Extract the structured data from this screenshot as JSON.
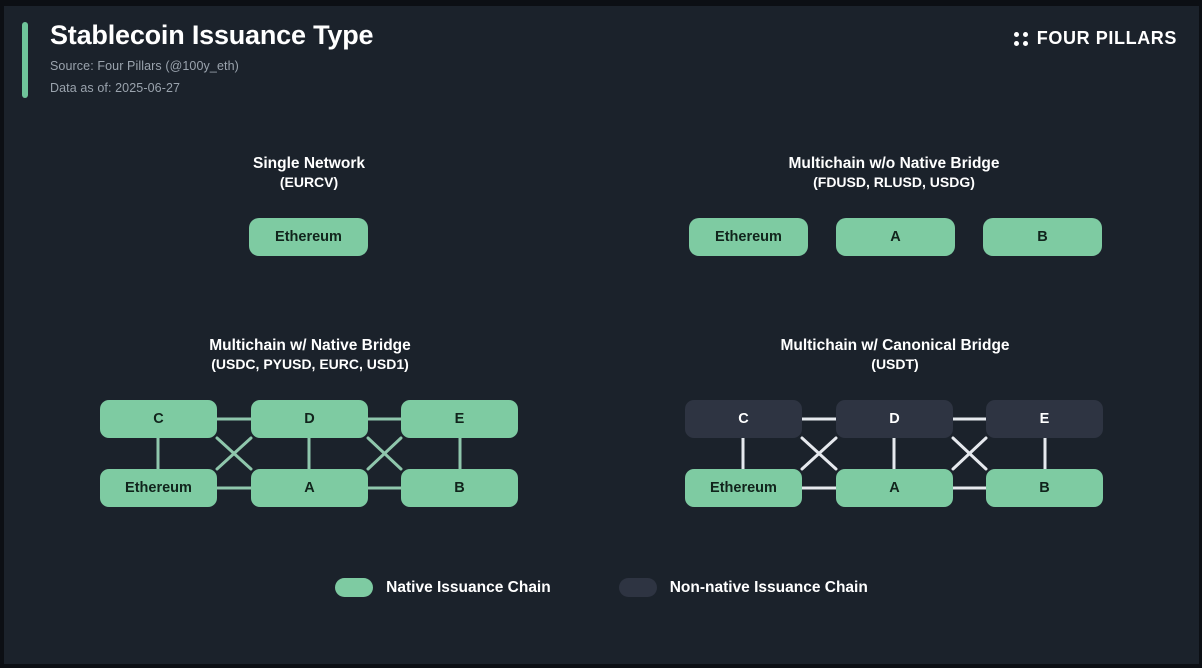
{
  "header": {
    "title": "Stablecoin Issuance Type",
    "source": "Source: Four Pillars (@100y_eth)",
    "data_as_of": "Data as of: 2025-06-27",
    "accent_color": "#6fc49a"
  },
  "brand": {
    "name": "FOUR PILLARS",
    "dots_icon": "four-dots-icon"
  },
  "theme": {
    "background": "#1b222b",
    "frame": "#0c0f14",
    "native_color": "#7ecba2",
    "non_native_color": "#2e3442",
    "native_edge_color": "#8fc7ac",
    "non_native_edge_color": "#e6e9ee",
    "text_light": "#ffffff",
    "text_muted": "#9aa3ad",
    "text_dark": "#11241c"
  },
  "panels": [
    {
      "id": "single-network",
      "title": "Single Network",
      "subtitle": "(EURCV)",
      "nodes": [
        {
          "label": "Ethereum",
          "type": "native"
        }
      ]
    },
    {
      "id": "multichain-wo-native-bridge",
      "title": "Multichain w/o Native Bridge",
      "subtitle": "(FDUSD, RLUSD, USDG)",
      "nodes": [
        {
          "label": "Ethereum",
          "type": "native"
        },
        {
          "label": "A",
          "type": "native"
        },
        {
          "label": "B",
          "type": "native"
        }
      ]
    },
    {
      "id": "multichain-w-native-bridge",
      "title": "Multichain w/ Native Bridge",
      "subtitle": "(USDC, PYUSD, EURC, USD1)",
      "nodes": [
        {
          "label": "C",
          "type": "native",
          "row": "top",
          "col": 0
        },
        {
          "label": "D",
          "type": "native",
          "row": "top",
          "col": 1
        },
        {
          "label": "E",
          "type": "native",
          "row": "top",
          "col": 2
        },
        {
          "label": "Ethereum",
          "type": "native",
          "row": "bottom",
          "col": 0
        },
        {
          "label": "A",
          "type": "native",
          "row": "bottom",
          "col": 1
        },
        {
          "label": "B",
          "type": "native",
          "row": "bottom",
          "col": 2
        }
      ],
      "edges": [
        "C-D",
        "D-E",
        "C-Ethereum",
        "D-A",
        "E-B",
        "Ethereum-A",
        "A-B",
        "C-A",
        "D-Ethereum",
        "D-B",
        "E-A"
      ]
    },
    {
      "id": "multichain-w-canonical-bridge",
      "title": "Multichain w/ Canonical Bridge",
      "subtitle": "(USDT)",
      "nodes": [
        {
          "label": "C",
          "type": "non-native",
          "row": "top",
          "col": 0
        },
        {
          "label": "D",
          "type": "non-native",
          "row": "top",
          "col": 1
        },
        {
          "label": "E",
          "type": "non-native",
          "row": "top",
          "col": 2
        },
        {
          "label": "Ethereum",
          "type": "native",
          "row": "bottom",
          "col": 0
        },
        {
          "label": "A",
          "type": "native",
          "row": "bottom",
          "col": 1
        },
        {
          "label": "B",
          "type": "native",
          "row": "bottom",
          "col": 2
        }
      ],
      "edges": [
        "C-D",
        "D-E",
        "C-Ethereum",
        "D-A",
        "E-B",
        "Ethereum-A",
        "A-B",
        "C-A",
        "D-Ethereum",
        "D-B",
        "E-A"
      ]
    }
  ],
  "legend": [
    {
      "label": "Native Issuance Chain",
      "type": "native"
    },
    {
      "label": "Non-native Issuance Chain",
      "type": "non-native"
    }
  ]
}
